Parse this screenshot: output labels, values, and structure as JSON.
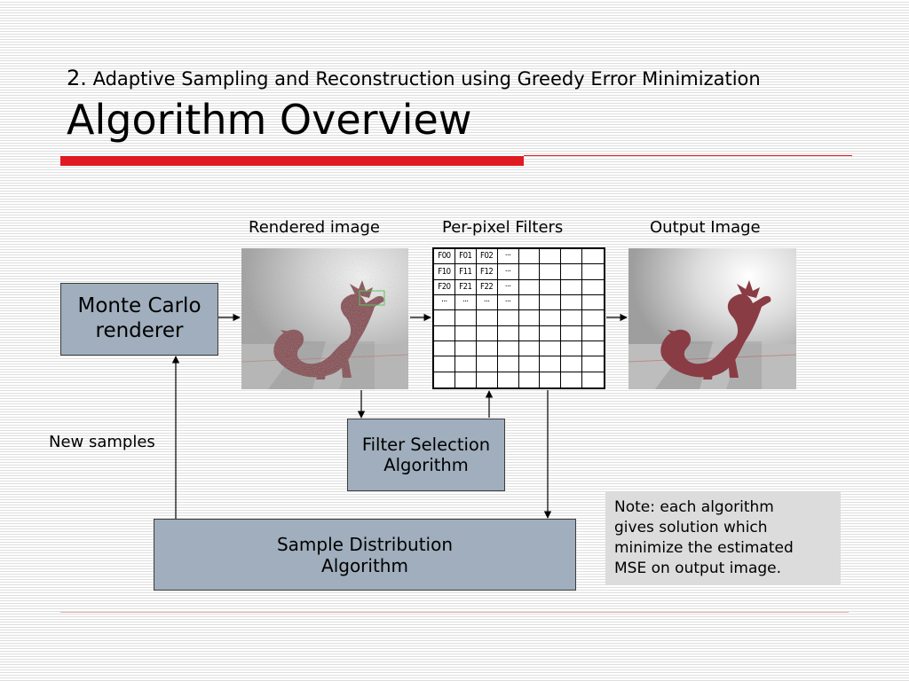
{
  "header": {
    "subtitle_num": "2.",
    "subtitle_text": "Adaptive Sampling and Reconstruction using Greedy Error Minimization",
    "title": "Algorithm Overview"
  },
  "diagram": {
    "label_rendered": "Rendered image",
    "label_filters": "Per-pixel Filters",
    "label_output": "Output Image",
    "label_new_samples": "New samples",
    "mc_line1": "Monte Carlo",
    "mc_line2": "renderer",
    "filter_line1": "Filter Selection",
    "filter_line2": "Algorithm",
    "sample_line1": "Sample Distribution",
    "sample_line2": "Algorithm",
    "grid_cells": [
      [
        "F00",
        "F01",
        "F02",
        "···"
      ],
      [
        "F10",
        "F11",
        "F12",
        "···"
      ],
      [
        "F20",
        "F21",
        "F22",
        "···"
      ],
      [
        "···",
        "···",
        "···",
        "···"
      ]
    ]
  },
  "note": {
    "line1": "Note: each algorithm",
    "line2": "gives solution which",
    "line3": "minimize the estimated",
    "line4": "MSE on output image."
  },
  "colors": {
    "accent_red": "#e01a22",
    "box_fill": "#a0aebd",
    "note_fill": "#dcdcdc"
  }
}
